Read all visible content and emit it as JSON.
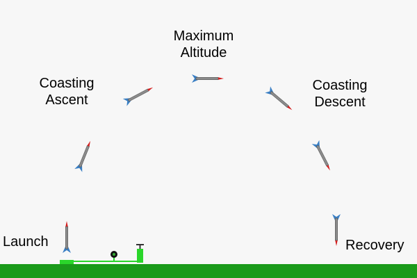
{
  "colors": {
    "background": "#f7f7f7",
    "ground": "#1a9a1a",
    "rocket_body": "#8c8c8c",
    "rocket_fins": "#3a7fc4",
    "rocket_tip": "#d42020",
    "launcher": "#2ad62a"
  },
  "labels": {
    "launch": [
      "Launch"
    ],
    "coasting_ascent": [
      "Coasting",
      "Ascent"
    ],
    "maximum_altitude": [
      "Maximum",
      "Altitude"
    ],
    "coasting_descent": [
      "Coasting",
      "Descent"
    ],
    "recovery": [
      "Recovery"
    ]
  },
  "rockets": [
    {
      "stage": "launch",
      "heading_deg": -90
    },
    {
      "stage": "ascent-steep",
      "heading_deg": -68
    },
    {
      "stage": "coasting-ascent",
      "heading_deg": -28
    },
    {
      "stage": "maximum-altitude",
      "heading_deg": 0
    },
    {
      "stage": "coasting-descent",
      "heading_deg": 40
    },
    {
      "stage": "descent-steep",
      "heading_deg": 63
    },
    {
      "stage": "recovery",
      "heading_deg": 90
    }
  ],
  "icons": {
    "rocket": "rocket-icon",
    "pump": "air-pump-icon",
    "gauge": "pressure-gauge-icon"
  }
}
